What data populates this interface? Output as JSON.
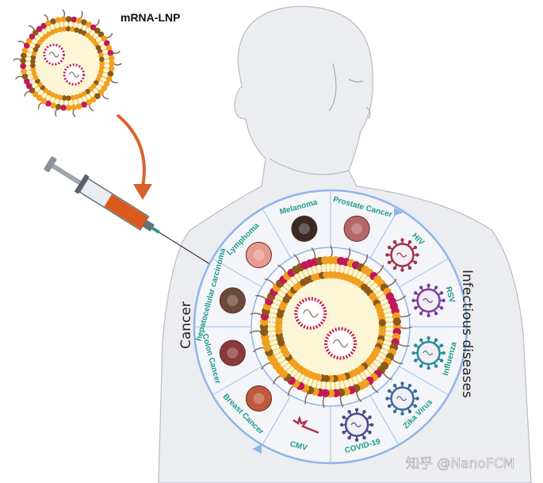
{
  "title": "mRNA-LNP",
  "groups": {
    "cancer": "Cancer",
    "infectious": "Infectious diseases"
  },
  "segments": [
    {
      "label": "Prostate Cancer",
      "icon": "prostate-icon",
      "color": "#b5676a"
    },
    {
      "label": "HIV",
      "icon": "hiv-virus-icon",
      "color": "#a0324a"
    },
    {
      "label": "RSV",
      "icon": "rsv-virus-icon",
      "color": "#7b3fa0"
    },
    {
      "label": "Influenza",
      "icon": "influenza-virus-icon",
      "color": "#2a8a98"
    },
    {
      "label": "Zika Virus",
      "icon": "zika-virus-icon",
      "color": "#3a6a9a"
    },
    {
      "label": "COVID-19",
      "icon": "covid-virus-icon",
      "color": "#4a4a8a"
    },
    {
      "label": "CMV",
      "icon": "cmv-icon",
      "color": "#b0324a"
    },
    {
      "label": "Breast Cancer",
      "icon": "breast-tumor-icon",
      "color": "#c0583a"
    },
    {
      "label": "Colon Cancer",
      "icon": "colon-tumor-icon",
      "color": "#8a3a3a"
    },
    {
      "label": "hepatocellular carcinoma",
      "icon": "liver-tumor-icon",
      "color": "#6a4a3a"
    },
    {
      "label": "Lymphoma",
      "icon": "lymphoma-cell-icon",
      "color": "#e89a90"
    },
    {
      "label": "Melanoma",
      "icon": "melanoma-icon",
      "color": "#3a2a22"
    }
  ],
  "colors": {
    "ring": "#8fb4ea",
    "body": "#ebedf0",
    "lipid_red": "#c2185b",
    "lipid_orange": "#f0a020",
    "lipid_brown": "#8b5a1a",
    "syringe_fluid": "#d95a1a",
    "arrow": "#d9622a"
  },
  "watermark": "知乎 @NanoFCM"
}
